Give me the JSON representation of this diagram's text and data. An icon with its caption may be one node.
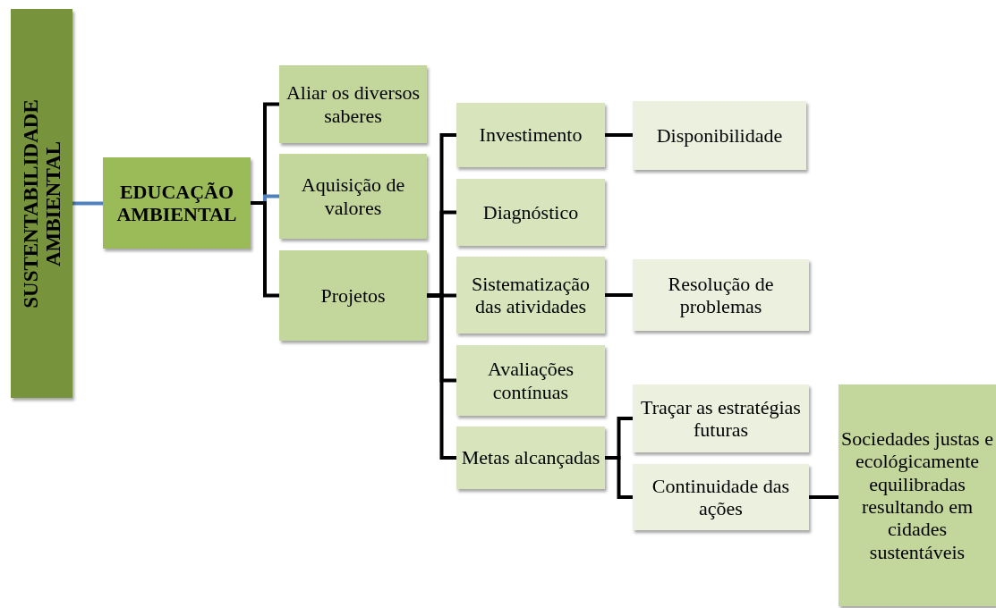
{
  "diagram": {
    "nodes": [
      {
        "text": [
          "SUSTENTABILIDADE AMBIENTAL"
        ]
      },
      {
        "text": [
          "EDUCAÇÃO AMBIENTAL"
        ]
      },
      {
        "text": [
          "Aliar os diversos saberes"
        ]
      },
      {
        "text": [
          "Aquisição de valores"
        ]
      },
      {
        "text": [
          "Projetos"
        ]
      },
      {
        "text": [
          "Investimento"
        ]
      },
      {
        "text": [
          "Diagnóstico"
        ]
      },
      {
        "text": [
          "Sistematização das atividades"
        ]
      },
      {
        "text": [
          "Avaliações contínuas"
        ]
      },
      {
        "text": [
          "Metas alcançadas"
        ]
      },
      {
        "text": [
          "Disponibilidade"
        ]
      },
      {
        "text": [
          "Resolução de problemas"
        ]
      },
      {
        "text": [
          "Traçar as estratégias futuras"
        ]
      },
      {
        "text": [
          "Continuidade das ações"
        ]
      },
      {
        "text": [
          "Sociedades justas e ecológicamente equilibradas resultando em cidades sustentáveis"
        ]
      }
    ],
    "edges": [
      {
        "from": 0,
        "to": 1,
        "arrow": "none",
        "color": "#4f81bd"
      },
      {
        "from": 1,
        "to": 2,
        "arrow": "none"
      },
      {
        "from": 1,
        "to": 3,
        "arrow": "none",
        "color": "#4f81bd"
      },
      {
        "from": 1,
        "to": 4,
        "arrow": "none"
      },
      {
        "from": 4,
        "to": 5,
        "arrow": "none"
      },
      {
        "from": 4,
        "to": 6,
        "arrow": "none"
      },
      {
        "from": 4,
        "to": 7,
        "arrow": "none"
      },
      {
        "from": 4,
        "to": 8,
        "arrow": "none"
      },
      {
        "from": 4,
        "to": 9,
        "arrow": "none"
      },
      {
        "from": 5,
        "to": 10,
        "arrow": "none"
      },
      {
        "from": 7,
        "to": 11,
        "arrow": "none"
      },
      {
        "from": 9,
        "to": 12,
        "arrow": "none"
      },
      {
        "from": 9,
        "to": 13,
        "arrow": "none"
      },
      {
        "from": 13,
        "to": 14,
        "arrow": "none"
      }
    ]
  }
}
